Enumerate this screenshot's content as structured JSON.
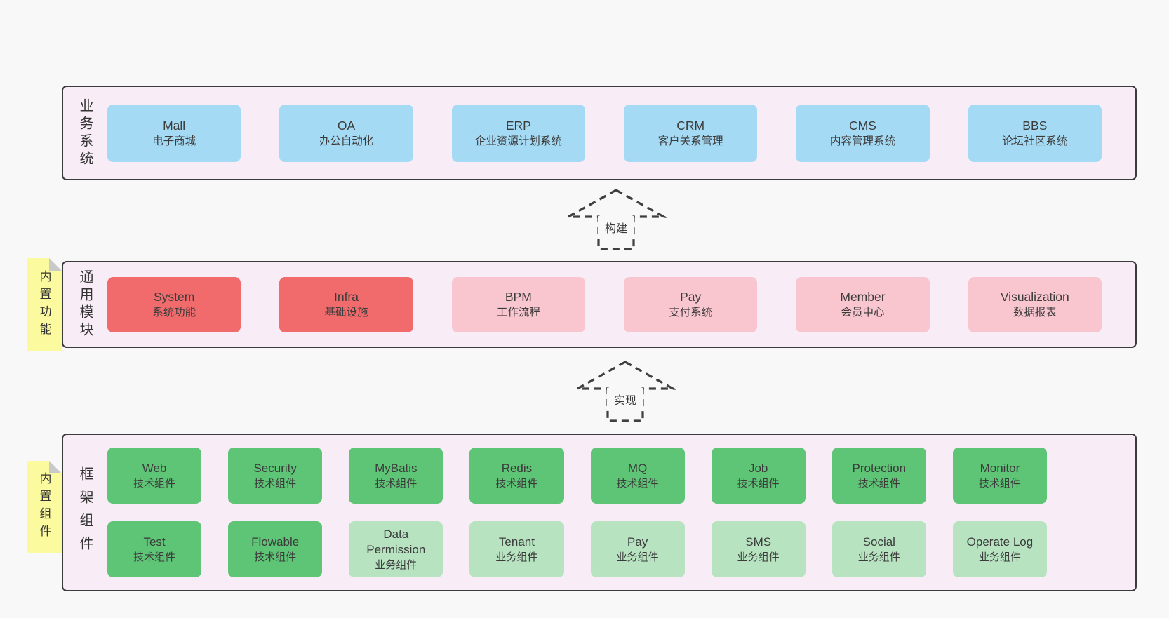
{
  "colors": {
    "page_bg": "#f8f8f8",
    "panel_bg": "#f8edf6",
    "panel_border": "#3b3b3b",
    "blue_box": "#a5daf4",
    "red_box": "#f16b6c",
    "pink_box": "#f9c6d0",
    "green_dark_box": "#5ec476",
    "green_light_box": "#b7e3c1",
    "sticky_note": "#fbfa9e",
    "fold_gray": "#c9c9c9",
    "text": "#3b3b3b"
  },
  "sections": {
    "business": {
      "label": "业务系统",
      "boxes": [
        {
          "name": "Mall",
          "desc": "电子商城"
        },
        {
          "name": "OA",
          "desc": "办公自动化"
        },
        {
          "name": "ERP",
          "desc": "企业资源计划系统"
        },
        {
          "name": "CRM",
          "desc": "客户关系管理"
        },
        {
          "name": "CMS",
          "desc": "内容管理系统"
        },
        {
          "name": "BBS",
          "desc": "论坛社区系统"
        }
      ]
    },
    "arrows": [
      {
        "label": "构建"
      },
      {
        "label": "实现"
      }
    ],
    "modules": {
      "label": "通用模块",
      "note": "内置功能",
      "boxes": [
        {
          "name": "System",
          "desc": "系统功能"
        },
        {
          "name": "Infra",
          "desc": "基础设施"
        },
        {
          "name": "BPM",
          "desc": "工作流程"
        },
        {
          "name": "Pay",
          "desc": "支付系统"
        },
        {
          "name": "Member",
          "desc": "会员中心"
        },
        {
          "name": "Visualization",
          "desc": "数据报表"
        }
      ]
    },
    "framework": {
      "label": "框架组件",
      "note": "内置组件",
      "row1": [
        {
          "name": "Web",
          "desc": "技术组件"
        },
        {
          "name": "Security",
          "desc": "技术组件"
        },
        {
          "name": "MyBatis",
          "desc": "技术组件"
        },
        {
          "name": "Redis",
          "desc": "技术组件"
        },
        {
          "name": "MQ",
          "desc": "技术组件"
        },
        {
          "name": "Job",
          "desc": "技术组件"
        },
        {
          "name": "Protection",
          "desc": "技术组件"
        },
        {
          "name": "Monitor",
          "desc": "技术组件"
        }
      ],
      "row2": [
        {
          "name": "Test",
          "desc": "技术组件"
        },
        {
          "name": "Flowable",
          "desc": "技术组件"
        },
        {
          "name": "Data Permission",
          "desc": "业务组件"
        },
        {
          "name": "Tenant",
          "desc": "业务组件"
        },
        {
          "name": "Pay",
          "desc": "业务组件"
        },
        {
          "name": "SMS",
          "desc": "业务组件"
        },
        {
          "name": "Social",
          "desc": "业务组件"
        },
        {
          "name": "Operate Log",
          "desc": "业务组件"
        }
      ]
    }
  }
}
